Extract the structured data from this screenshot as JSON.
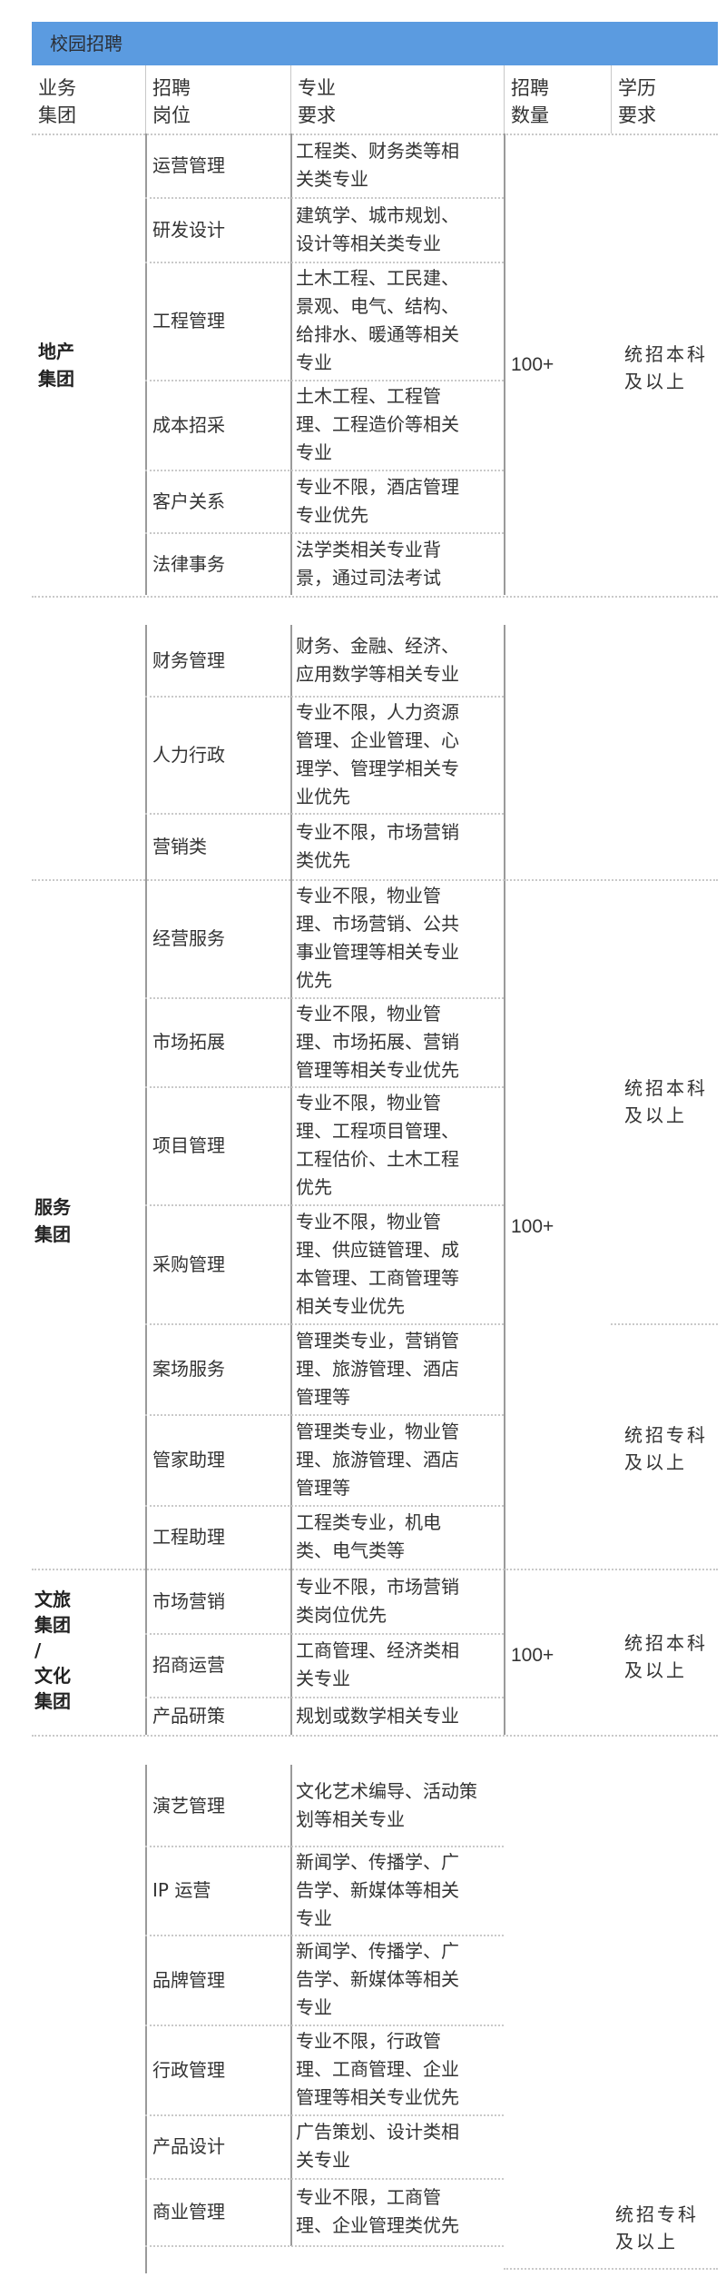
{
  "title": "校园招聘",
  "header": {
    "group": [
      "业务",
      "集团"
    ],
    "position": [
      "招聘",
      "岗位"
    ],
    "major": [
      "专业",
      "要求"
    ],
    "count": [
      "招聘",
      "数量"
    ],
    "edu": [
      "学历",
      "要求"
    ]
  },
  "rows": [
    {
      "pos": "运营管理",
      "req": [
        "工程类、财务类等相",
        "关类专业"
      ]
    },
    {
      "pos": "研发设计",
      "req": [
        "建筑学、城市规划、",
        "设计等相关类专业"
      ]
    },
    {
      "pos": "工程管理",
      "req": [
        "土木工程、工民建、",
        "景观、电气、结构、",
        "给排水、暖通等相关",
        "专业"
      ]
    },
    {
      "pos": "成本招采",
      "req": [
        "土木工程、工程管",
        "理、工程造价等相关",
        "专业"
      ]
    },
    {
      "pos": "客户关系",
      "req": [
        "专业不限，酒店管理",
        "专业优先"
      ]
    },
    {
      "pos": "法律事务",
      "req": [
        "法学类相关专业背",
        "景，通过司法考试"
      ]
    },
    {
      "pos": "财务管理",
      "req": [
        "财务、金融、经济、",
        "应用数学等相关专业"
      ]
    },
    {
      "pos": "人力行政",
      "req": [
        "专业不限，人力资源",
        "管理、企业管理、心",
        "理学、管理学相关专",
        "业优先"
      ]
    },
    {
      "pos": "营销类",
      "req": [
        "专业不限，市场营销",
        "类优先"
      ]
    },
    {
      "pos": "经营服务",
      "req": [
        "专业不限，物业管",
        "理、市场营销、公共",
        "事业管理等相关专业",
        "优先"
      ]
    },
    {
      "pos": "市场拓展",
      "req": [
        "专业不限，物业管",
        "理、市场拓展、营销",
        "管理等相关专业优先"
      ]
    },
    {
      "pos": "项目管理",
      "req": [
        "专业不限，物业管",
        "理、工程项目管理、",
        "工程估价、土木工程",
        "优先"
      ]
    },
    {
      "pos": "采购管理",
      "req": [
        "专业不限，物业管",
        "理、供应链管理、成",
        "本管理、工商管理等",
        "相关专业优先"
      ]
    },
    {
      "pos": "案场服务",
      "req": [
        "管理类专业，营销管",
        "理、旅游管理、酒店",
        "管理等"
      ]
    },
    {
      "pos": "管家助理",
      "req": [
        "管理类专业，物业管",
        "理、旅游管理、酒店",
        "管理等"
      ]
    },
    {
      "pos": "工程助理",
      "req": [
        "工程类专业，机电",
        "类、电气类等"
      ]
    },
    {
      "pos": "市场营销",
      "req": [
        "专业不限，市场营销",
        "类岗位优先"
      ]
    },
    {
      "pos": "招商运营",
      "req": [
        "工商管理、经济类相",
        "关专业"
      ]
    },
    {
      "pos": "产品研策",
      "req": [
        "规划或数学相关专业"
      ]
    },
    {
      "pos": "演艺管理",
      "req": [
        "文化艺术编导、活动策",
        "划等相关专业"
      ]
    },
    {
      "pos": "IP 运营",
      "req": [
        "新闻学、传播学、广",
        "告学、新媒体等相关",
        "专业"
      ]
    },
    {
      "pos": "品牌管理",
      "req": [
        "新闻学、传播学、广",
        "告学、新媒体等相关",
        "专业"
      ]
    },
    {
      "pos": "行政管理",
      "req": [
        "专业不限，行政管",
        "理、工商管理、企业",
        "管理等相关专业优先"
      ]
    },
    {
      "pos": "产品设计",
      "req": [
        "广告策划、设计类相",
        "关专业"
      ]
    },
    {
      "pos": "商业管理",
      "req": [
        "专业不限，工商管",
        "理、企业管理类优先"
      ]
    }
  ],
  "groups": {
    "realestate": [
      "地产",
      "集团"
    ],
    "service": [
      "服务",
      "集团"
    ],
    "culture": [
      "文旅",
      "集团",
      "/",
      "文化",
      "集团"
    ]
  },
  "counts": {
    "realestate": "100+",
    "service": "100+",
    "culture": "100+"
  },
  "edu": {
    "realestate": [
      "统招本科",
      "及以上"
    ],
    "service_bachelor": [
      "统招本科",
      "及以上"
    ],
    "service_college": [
      "统招专科",
      "及以上"
    ],
    "culture": [
      "统招本科",
      "及以上"
    ],
    "bottom_college": [
      "统招专科",
      "及以上"
    ]
  }
}
